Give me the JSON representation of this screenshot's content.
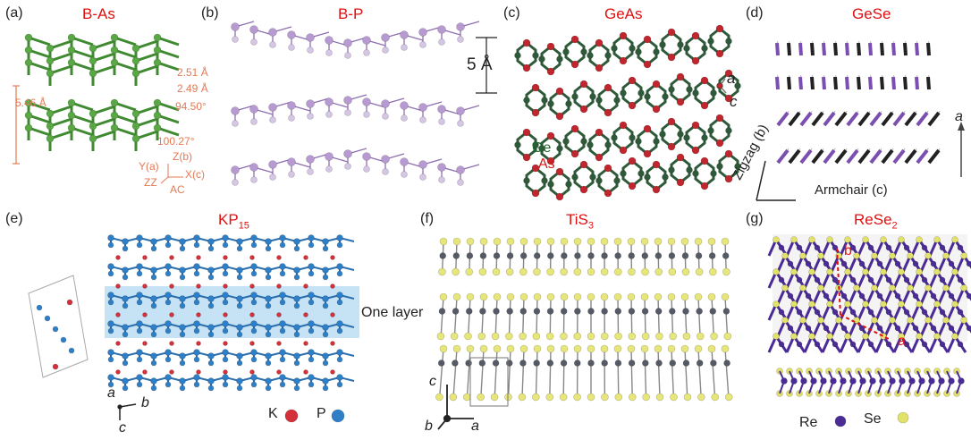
{
  "panels": {
    "a": {
      "label": "(a)",
      "title": "B-As",
      "annotations": {
        "d1": "2.51 Å",
        "d2": "2.49 Å",
        "ang1": "94.50°",
        "ang2": "100.27°",
        "h": "5.46 Å"
      },
      "axes": {
        "y": "Y(a)",
        "z": "Z(b)",
        "zz": "ZZ",
        "x": "X(c)",
        "ac": "AC"
      }
    },
    "b": {
      "label": "(b)",
      "title": "B-P",
      "spacing": "5 Å"
    },
    "c": {
      "label": "(c)",
      "title": "GeAs",
      "ge": "Ge",
      "as": "As",
      "axis_a": "a",
      "axis_c": "c"
    },
    "d": {
      "label": "(d)",
      "title": "GeSe",
      "zigzag": "Zigzag (b)",
      "armchair": "Armchair (c)",
      "axis_a": "a"
    },
    "e": {
      "label": "(e)",
      "title_main": "KP",
      "title_sub": "15",
      "one_layer": "One layer",
      "axis_a": "a",
      "axis_b": "b",
      "axis_c": "c",
      "k": "K",
      "p": "P"
    },
    "f": {
      "label": "(f)",
      "title_main": "TiS",
      "title_sub": "3",
      "axis_c": "c",
      "axis_b": "b",
      "axis_a": "a"
    },
    "g": {
      "label": "(g)",
      "title_main": "ReSe",
      "title_sub": "2",
      "b": "b",
      "a": "a",
      "re": "Re",
      "se": "Se"
    }
  },
  "colors": {
    "title": "#e01010",
    "annotation": "#e37a55",
    "bas": "#5aa845",
    "bp": "#b89ad2",
    "ge": "#2e5a3a",
    "as": "#c0262e",
    "gese_purple": "#7b4fb0",
    "kp_blue": "#2f7fc8",
    "kp_red": "#d4303a",
    "tis_yellow": "#e6e67a",
    "tis_gray": "#555a66",
    "re_purple": "#4b2c96",
    "se_yellow": "#e2e26a"
  }
}
